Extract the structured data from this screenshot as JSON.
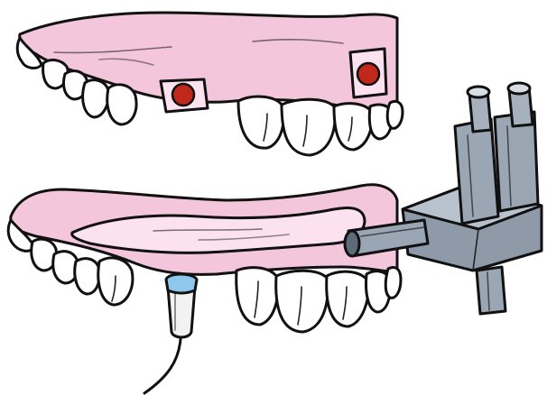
{
  "figure": {
    "colors": {
      "gum": "#f4c6dc",
      "gum_light": "#fbe2ee",
      "tooth": "#ffffff",
      "outline": "#111111",
      "implant_marker": "#c0281c",
      "steel": "#9aa6b4",
      "steel_dark": "#5e6a78",
      "probe_tip": "#8fc6ec"
    },
    "items": [
      {
        "name": "upper-denture-with-implant-markers",
        "icon": "denture-icon"
      },
      {
        "name": "implant-marker",
        "icon": "red-dot-icon",
        "count": 2
      },
      {
        "name": "lower-denture-scan",
        "icon": "denture-icon"
      },
      {
        "name": "scan-probe",
        "icon": "ultrasound-probe-icon"
      },
      {
        "name": "articulator-clamp",
        "icon": "metal-clamp-icon"
      }
    ]
  }
}
